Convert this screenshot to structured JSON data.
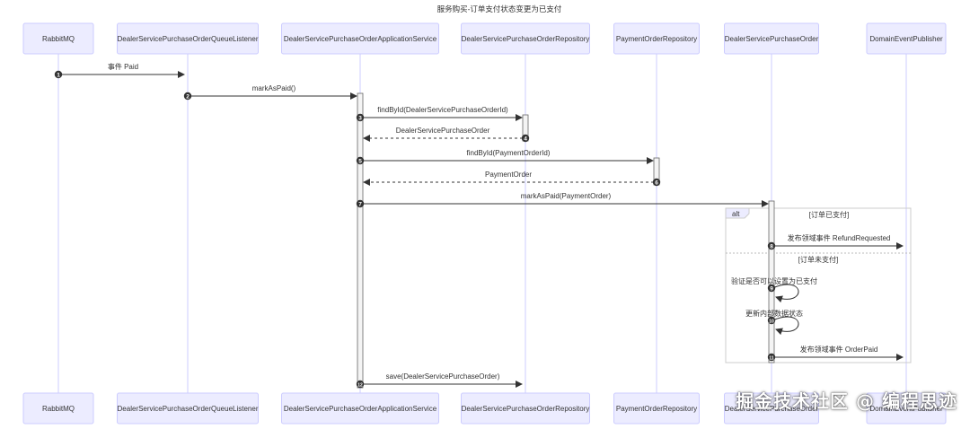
{
  "title": "服务购买-订单支付状态变更为已支付",
  "participants": [
    "RabbitMQ",
    "DealerServicePurchaseOrderQueueListener",
    "DealerServicePurchaseOrderApplicationService",
    "DealerServicePurchaseOrderRepository",
    "PaymentOrderRepository",
    "DealerServicePurchaseOrder",
    "DomainEventPublisher"
  ],
  "messages": [
    {
      "n": "1",
      "from": 0,
      "to": 1,
      "label": "事件 Paid",
      "style": "solid"
    },
    {
      "n": "2",
      "from": 1,
      "to": 2,
      "label": "markAsPaid()",
      "style": "solid"
    },
    {
      "n": "3",
      "from": 2,
      "to": 3,
      "label": "findById(DealerServicePurchaseOrderId)",
      "style": "solid"
    },
    {
      "n": "4",
      "from": 3,
      "to": 2,
      "label": "DealerServicePurchaseOrder",
      "style": "dashed"
    },
    {
      "n": "5",
      "from": 2,
      "to": 4,
      "label": "findById(PaymentOrderId)",
      "style": "solid"
    },
    {
      "n": "6",
      "from": 4,
      "to": 2,
      "label": "PaymentOrder",
      "style": "dashed"
    },
    {
      "n": "7",
      "from": 2,
      "to": 5,
      "label": "markAsPaid(PaymentOrder)",
      "style": "solid"
    },
    {
      "n": "8",
      "from": 5,
      "to": 6,
      "label": "发布领域事件 RefundRequested",
      "style": "solid"
    },
    {
      "n": "9",
      "from": 5,
      "to": 5,
      "label": "验证是否可以设置为已支付",
      "style": "self"
    },
    {
      "n": "10",
      "from": 5,
      "to": 5,
      "label": "更新内部数据状态",
      "style": "self"
    },
    {
      "n": "11",
      "from": 5,
      "to": 6,
      "label": "发布领域事件 OrderPaid",
      "style": "solid"
    },
    {
      "n": "12",
      "from": 2,
      "to": 3,
      "label": "save(DealerServicePurchaseOrder)",
      "style": "solid"
    }
  ],
  "alt": {
    "keyword": "alt",
    "branch1": "[订单已支付]",
    "branch2": "[订单未支付]"
  },
  "watermark": "掘金技术社区 @ 编程思迹",
  "colors": {
    "actor_fill": "#ECECFF",
    "actor_stroke": "#CCCCFF",
    "lifeline": "#CCCCFF",
    "line": "#333333",
    "number_fill": "#333333",
    "activation": "#F4F4F4"
  }
}
